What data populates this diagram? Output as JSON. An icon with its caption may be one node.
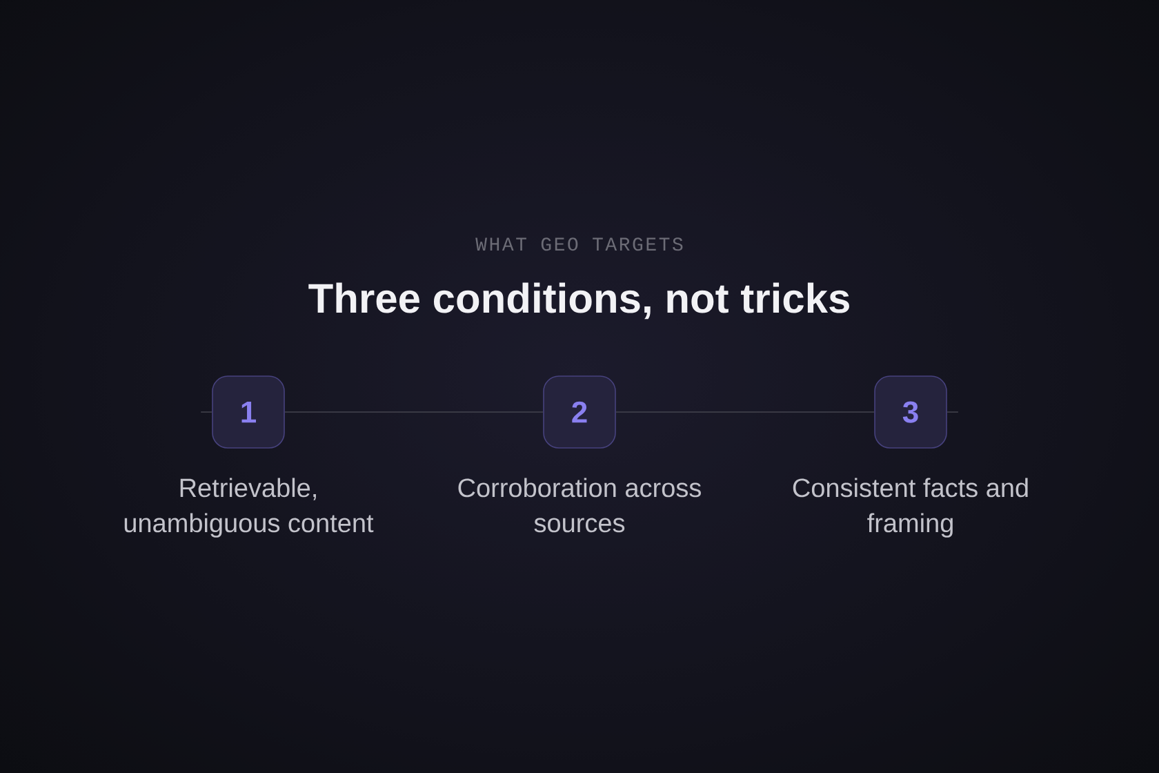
{
  "diagram": {
    "title": "Three conditions, not tricks",
    "nodes": [
      {
        "text": [
          "1"
        ],
        "beside": [
          "Retrievable, unambiguous content"
        ]
      },
      {
        "text": [
          "2"
        ],
        "beside": [
          "Corroboration across sources"
        ]
      },
      {
        "text": [
          "3"
        ],
        "beside": [
          "Consistent facts and framing"
        ]
      }
    ],
    "edges": [
      {
        "from": 0,
        "to": 1,
        "arrow": "none"
      },
      {
        "from": 1,
        "to": 2,
        "arrow": "none"
      }
    ],
    "labels": [
      "WHAT GEO TARGETS"
    ]
  }
}
